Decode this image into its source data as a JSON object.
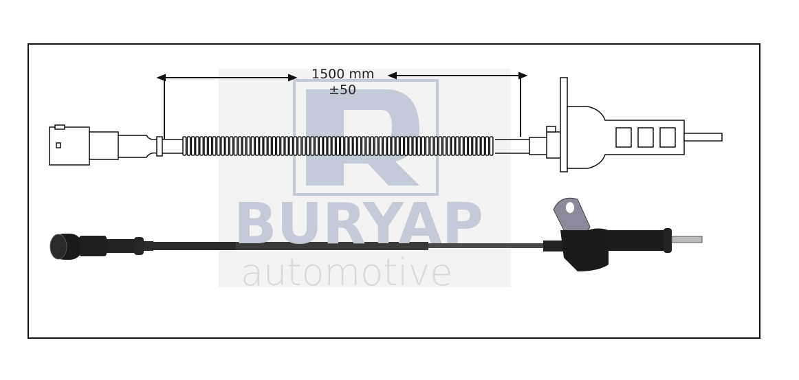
{
  "dimension": {
    "length": "1500 mm",
    "tolerance": "±50"
  },
  "watermark": {
    "brand": "BURYAP",
    "subtitle": "automotive",
    "logo_letter": "R"
  },
  "colors": {
    "frame": "#111111",
    "watermark_blue": "#c3cbd8",
    "watermark_gray": "#d6d8dc",
    "part_dark": "#1c1c1c",
    "bracket": "#8a8a9a"
  }
}
